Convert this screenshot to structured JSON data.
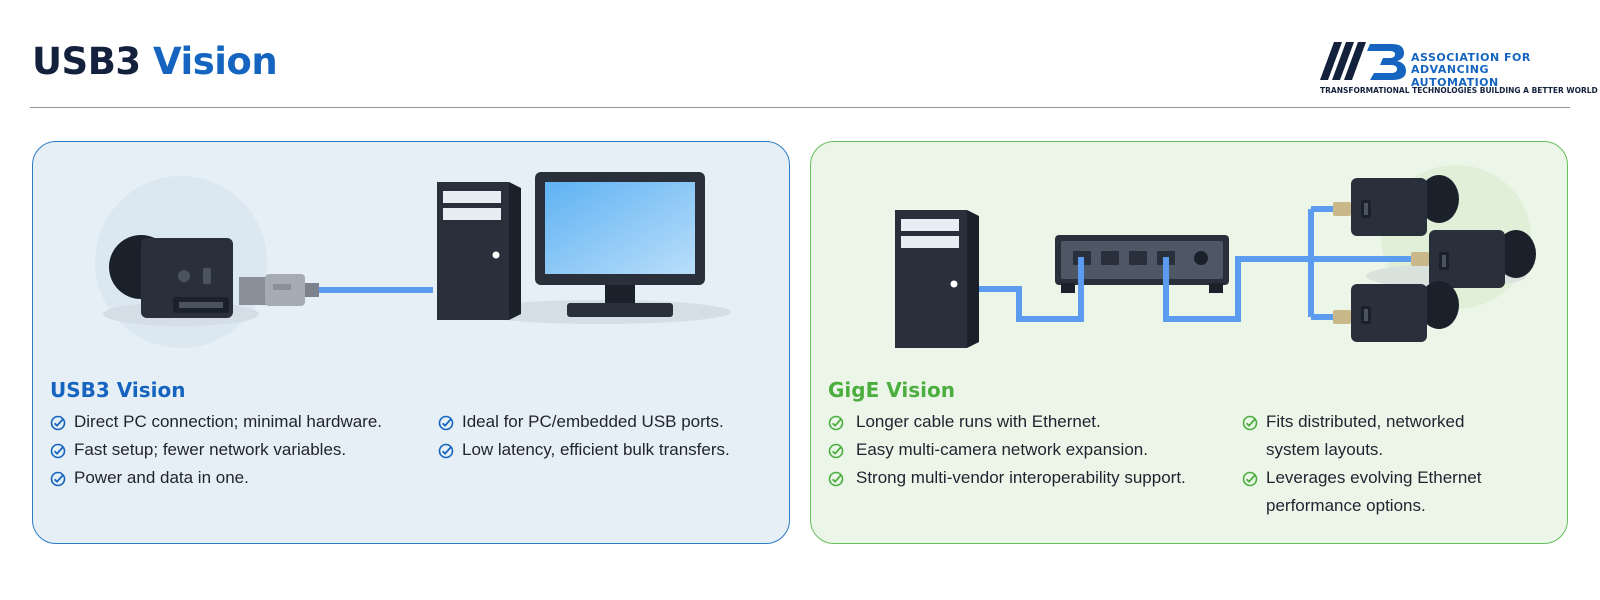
{
  "header": {
    "title_part1": "USB3",
    "title_part2": "Vision",
    "logo": {
      "line1": "ASSOCIATION FOR",
      "line2": "ADVANCING AUTOMATION",
      "tagline": "TRANSFORMATIONAL TECHNOLOGIES BUILDING A BETTER WORLD",
      "mark": "A3"
    }
  },
  "colors": {
    "navy": "#14213d",
    "usb_blue": "#1565c0",
    "gige_green": "#4cae3e",
    "usb_panel_bg": "#e6eff6",
    "gige_panel_bg": "#ebf5e8",
    "cable_blue": "#5b9cf0",
    "hardware_dark": "#2a303b"
  },
  "usb_panel": {
    "heading": "USB3 Vision",
    "col1": [
      "Direct PC connection; minimal hardware.",
      "Fast setup; fewer network variables.",
      "Power and data in one."
    ],
    "col2": [
      "Ideal for PC/embedded USB ports.",
      "Low latency, efficient bulk transfers."
    ],
    "illustration_icons": [
      "camera-icon",
      "usb-plug-icon",
      "usb-cable",
      "tower-pc-icon",
      "monitor-icon"
    ]
  },
  "gige_panel": {
    "heading": "GigE Vision",
    "col1": [
      "Longer cable runs with Ethernet.",
      "Easy multi-camera network expansion.",
      "Strong multi-vendor interoperability support."
    ],
    "col2": [
      "Fits distributed, networked system layouts.",
      "Leverages evolving Ethernet performance options."
    ],
    "illustration_icons": [
      "tower-pc-icon",
      "network-switch-icon",
      "ethernet-cable",
      "camera-icon"
    ]
  }
}
